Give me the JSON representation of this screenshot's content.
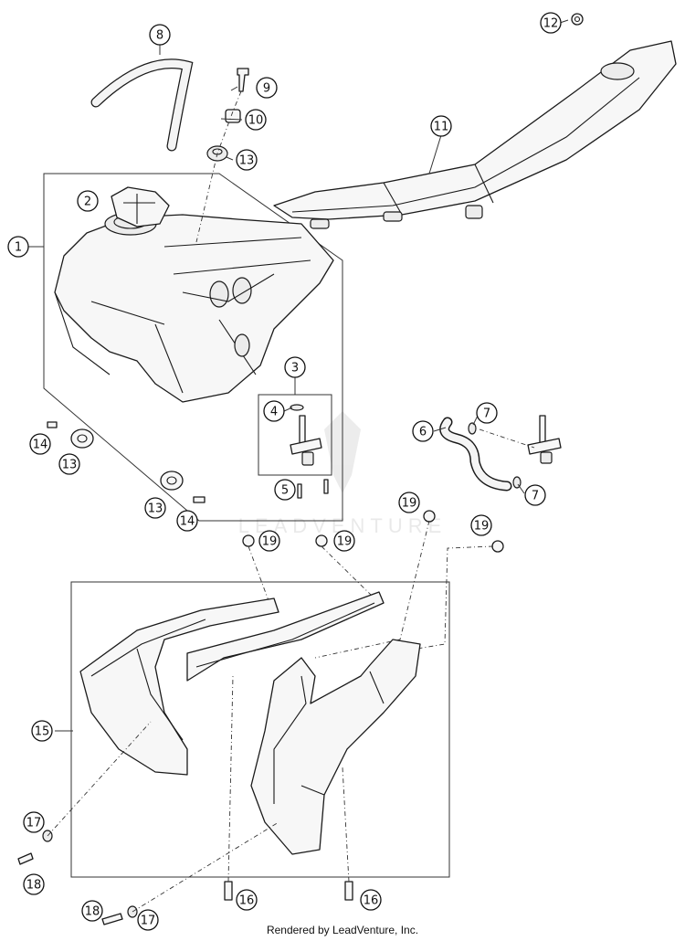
{
  "callouts": [
    "1",
    "2",
    "3",
    "4",
    "5",
    "6",
    "7",
    "7",
    "8",
    "9",
    "10",
    "11",
    "12",
    "13",
    "13",
    "13",
    "13",
    "14",
    "14",
    "15",
    "16",
    "16",
    "17",
    "17",
    "18",
    "18",
    "19",
    "19",
    "19",
    "19"
  ],
  "watermark": "LEADVENTURE",
  "credit": "Rendered by LeadVenture, Inc."
}
